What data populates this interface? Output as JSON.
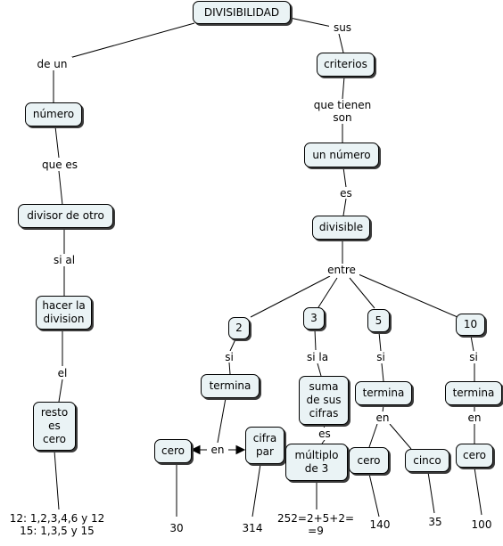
{
  "nodes": {
    "divisibilidad": "DIVISIBILIDAD",
    "numero": "número",
    "divisor_de_otro": "divisor de otro",
    "hacer_la_division": "hacer la\ndivision",
    "resto_es_cero": "resto\nes\ncero",
    "criterios": "criterios",
    "un_numero": "un número",
    "divisible": "divisible",
    "n2": "2",
    "n3": "3",
    "n5": "5",
    "n10": "10",
    "termina_2": "termina",
    "suma_de_sus_cifras": "suma\nde sus\ncifras",
    "termina_5": "termina",
    "termina_10": "termina",
    "cero_2": "cero",
    "cifra_par": "cifra\npar",
    "multiplo_de_3": "múltiplo\nde 3",
    "cero_5": "cero",
    "cinco_5": "cinco",
    "cero_10": "cero"
  },
  "links": {
    "de_un": "de un",
    "sus": "sus",
    "que_es": "que es",
    "si_al": "si al",
    "el": "el",
    "que_tienen_son": "que tienen\nson",
    "es_1": "es",
    "entre": "entre",
    "si_2": "si",
    "si_la": "si la",
    "si_5": "si",
    "si_10": "si",
    "en_2": "en",
    "es_3": "es",
    "en_5": "en",
    "en_10": "en"
  },
  "examples": {
    "resto": "12: 1,2,3,4,6 y 12\n15: 1,3,5 y 15",
    "e30": "30",
    "e314": "314",
    "e252": "252=2+5+2=\n=9",
    "e140": "140",
    "e35": "35",
    "e100": "100"
  }
}
